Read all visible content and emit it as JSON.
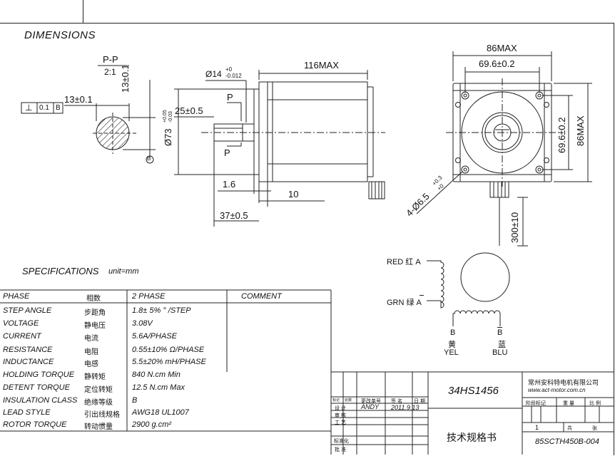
{
  "headings": {
    "dimensions": "DIMENSIONS",
    "specifications": "SPECIFICATIONS",
    "unit": "unit=mm"
  },
  "drawing": {
    "section_label": "P-P",
    "section_scale": "2:1",
    "tolerance_frame": [
      "⊥",
      "0.1",
      "B"
    ],
    "dim_13a": "13±0.1",
    "dim_13b": "13±0.1",
    "datum_b": "B",
    "shaft_dia": "Ø14",
    "shaft_dia_tol_upper": "+0",
    "shaft_dia_tol_lower": "-0.012",
    "body_length": "116MAX",
    "flat_length": "25±0.5",
    "pilot_dia": "Ø73",
    "pilot_dia_tol_upper": "+0.05",
    "pilot_dia_tol_lower": "-0.03",
    "section_mark": "P",
    "pilot_depth": "1.6",
    "flange_thickness": "10",
    "shaft_length": "37±0.5",
    "width_max": "86MAX",
    "hole_pitch": "69.6±0.2",
    "height_hole_pitch": "69.6±0.2",
    "height_max": "86MAX",
    "mount_holes": "4-Ø6.5",
    "mount_holes_tol_upper": "+0.3",
    "mount_holes_tol_lower": "+0",
    "lead_length": "300±10"
  },
  "wiring": {
    "red": "RED 红 A",
    "grn": "GRN 绿 A",
    "b_left": "B",
    "b_left_cn": "黄",
    "b_left_en": "YEL",
    "b_right": "B",
    "b_right_cn": "蓝",
    "b_right_en": "BLU"
  },
  "spec_table": {
    "comment_header": "COMMENT",
    "rows": [
      {
        "param": "PHASE",
        "cn": "相数",
        "value": "2 PHASE"
      },
      {
        "param": "STEP ANGLE",
        "cn": "步距角",
        "value": "1.8± 5% ° /STEP"
      },
      {
        "param": "VOLTAGE",
        "cn": "静电压",
        "value": "3.08V"
      },
      {
        "param": "CURRENT",
        "cn": "电流",
        "value": "5.6A/PHASE"
      },
      {
        "param": "RESISTANCE",
        "cn": "电阻",
        "value": "0.55±10% Ω/PHASE"
      },
      {
        "param": "INDUCTANCE",
        "cn": "电感",
        "value": "5.5±20% mH/PHASE"
      },
      {
        "param": "HOLDING TORQUE",
        "cn": "静转矩",
        "value": "840 N.cm Min"
      },
      {
        "param": "DETENT TORQUE",
        "cn": "定位转矩",
        "value": "12.5 N.cm Max"
      },
      {
        "param": "INSULATION CLASS",
        "cn": "绝缘等级",
        "value": "B"
      },
      {
        "param": "LEAD STYLE",
        "cn": "引出线规格",
        "value": "AWG18 UL1007"
      },
      {
        "param": "ROTOR TORQUE",
        "cn": "转动惯量",
        "value": "2900 g.cm²"
      }
    ]
  },
  "title_block": {
    "model": "34HS1456",
    "company": "常州安科特电机有限公司",
    "website": "www.act-motor.com.cn",
    "doc_title": "技术规格书",
    "drawing_no": "85SCTH450B-004",
    "col_mark": "标记",
    "col_count": "处数",
    "col_change_no": "更改单号",
    "col_sign": "签 名",
    "col_date": "日 期",
    "row_design": "设 计",
    "row_check": "审 核",
    "row_process": "工 艺",
    "row_standard": "标准化",
    "row_approve": "批 准",
    "designer": "ANDY",
    "design_date": "2011.9.13",
    "label_stage": "阶段标记",
    "label_weight": "重 量",
    "label_ratio": "比 例",
    "sheet_count": "1",
    "label_total": "共",
    "label_sheet": "张"
  }
}
